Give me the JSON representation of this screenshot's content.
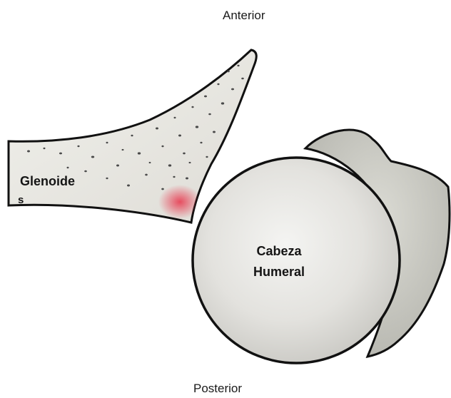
{
  "labels": {
    "anterior": "Anterior",
    "posterior": "Posterior",
    "glenoid_main": "Glenoide",
    "glenoid_wrap": "s",
    "humeral_line1": "Cabeza",
    "humeral_line2": "Humeral"
  },
  "colors": {
    "outline": "#111111",
    "bone_fill": "#ecebe6",
    "head_fill": "#e6e5e1",
    "highlight_red": "#e8334a",
    "speckle": "#4a4a4a"
  }
}
